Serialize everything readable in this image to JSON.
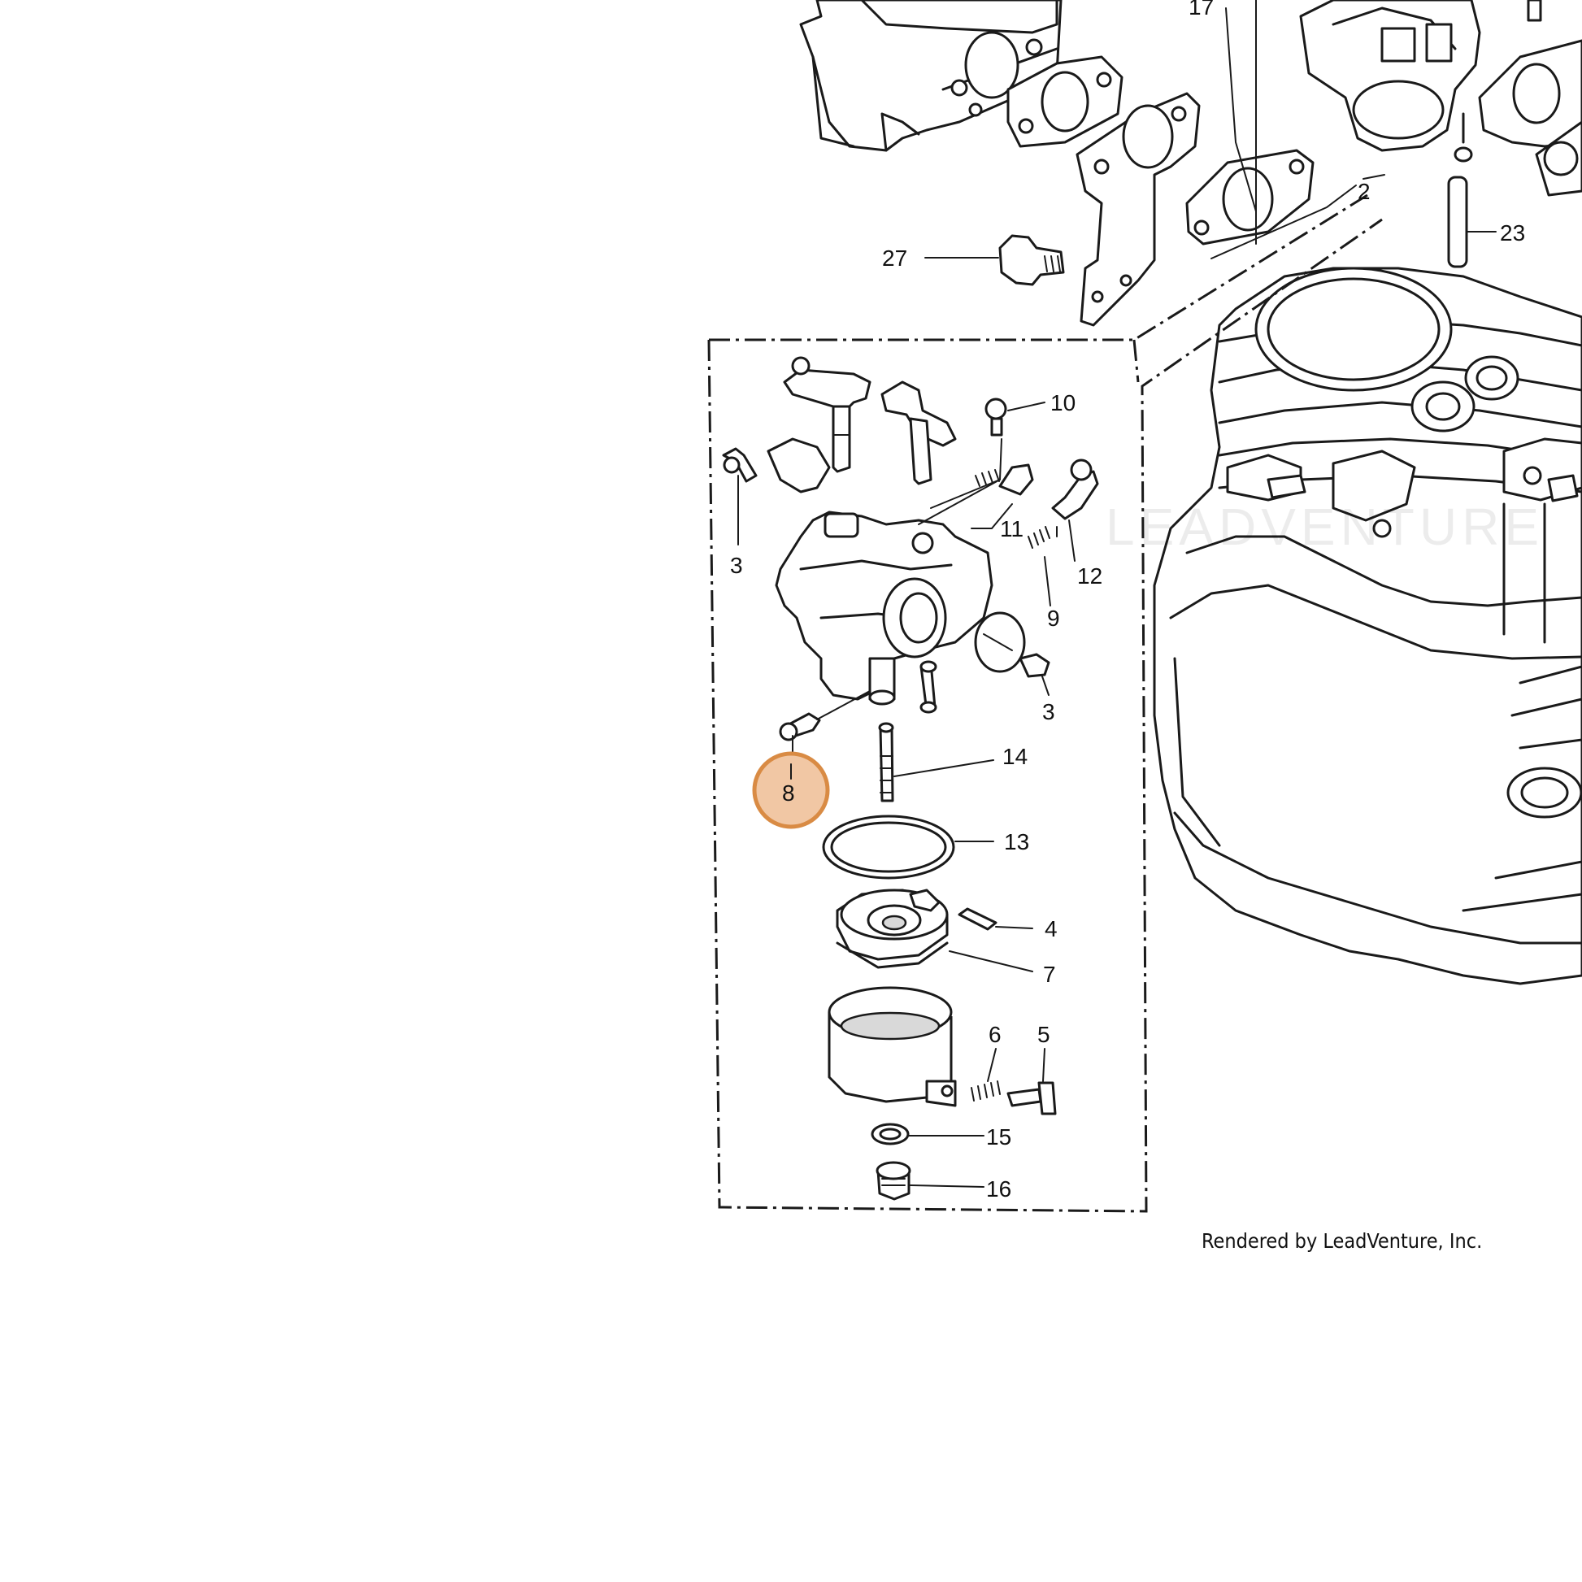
{
  "diagram": {
    "callouts": [
      "27",
      "2",
      "23",
      "10",
      "11",
      "12",
      "9",
      "3",
      "3",
      "14",
      "13",
      "4",
      "7",
      "6",
      "5",
      "15",
      "16",
      "17"
    ],
    "highlighted_callout": "8",
    "highlight_color": "#f1c7a4",
    "highlight_border_color": "#d98b44",
    "watermark": "LEADVENTURE",
    "credit": "Rendered by LeadVenture, Inc."
  }
}
